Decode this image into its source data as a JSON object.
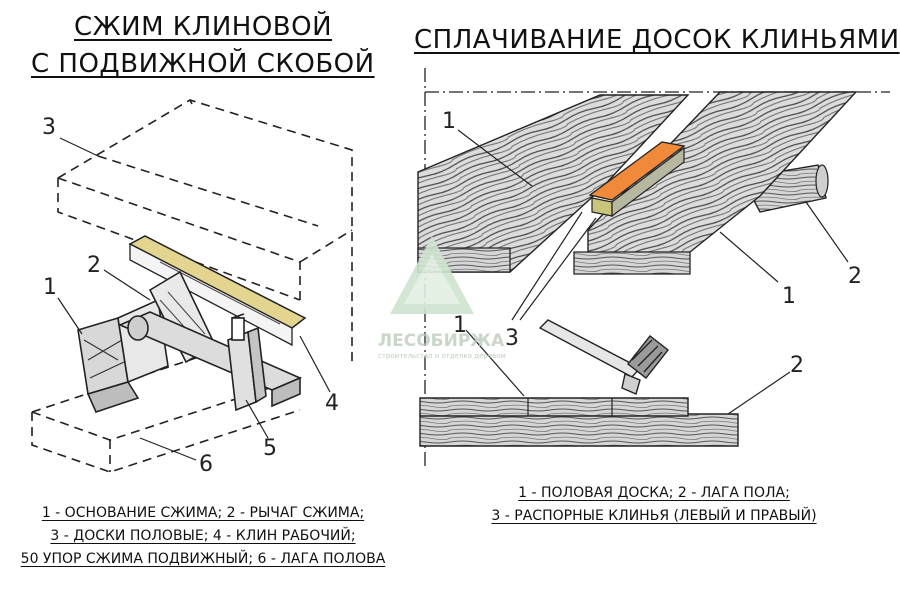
{
  "left": {
    "title_line1": "СЖИМ КЛИНОВОЙ",
    "title_line2": "С ПОДВИЖНОЙ СКОБОЙ",
    "labels": [
      "1",
      "2",
      "3",
      "4",
      "5",
      "6"
    ],
    "caption": [
      "1 - ОСНОВАНИЕ СЖИМА; 2 - РЫЧАГ СЖИМА;",
      "3 - ДОСКИ ПОЛОВЫЕ; 4 - КЛИН РАБОЧИЙ;",
      "50 УПОР СЖИМА ПОДВИЖНЫЙ; 6 - ЛАГА ПОЛОВА"
    ]
  },
  "right": {
    "title": "СПЛАЧИВАНИЕ ДОСОК КЛИНЬЯМИ",
    "labels_top": [
      "1",
      "1",
      "2",
      "3"
    ],
    "labels_bottom": [
      "1",
      "2"
    ],
    "caption": [
      "1 - ПОЛОВАЯ ДОСКА; 2 - ЛАГА ПОЛА;",
      "3 - РАСПОРНЫЕ КЛИНЬЯ (ЛЕВЫЙ И ПРАВЫЙ)"
    ]
  },
  "watermark": {
    "name": "ЛЕСОБИРЖА",
    "subtitle": "строительство и отделка деревом"
  },
  "colors": {
    "wedge_left": "#e3d58f",
    "wedge_right": "#f0893a",
    "wedge_right_side": "#c8c47a",
    "line": "#222222",
    "watermark": "#b9d0b9"
  }
}
